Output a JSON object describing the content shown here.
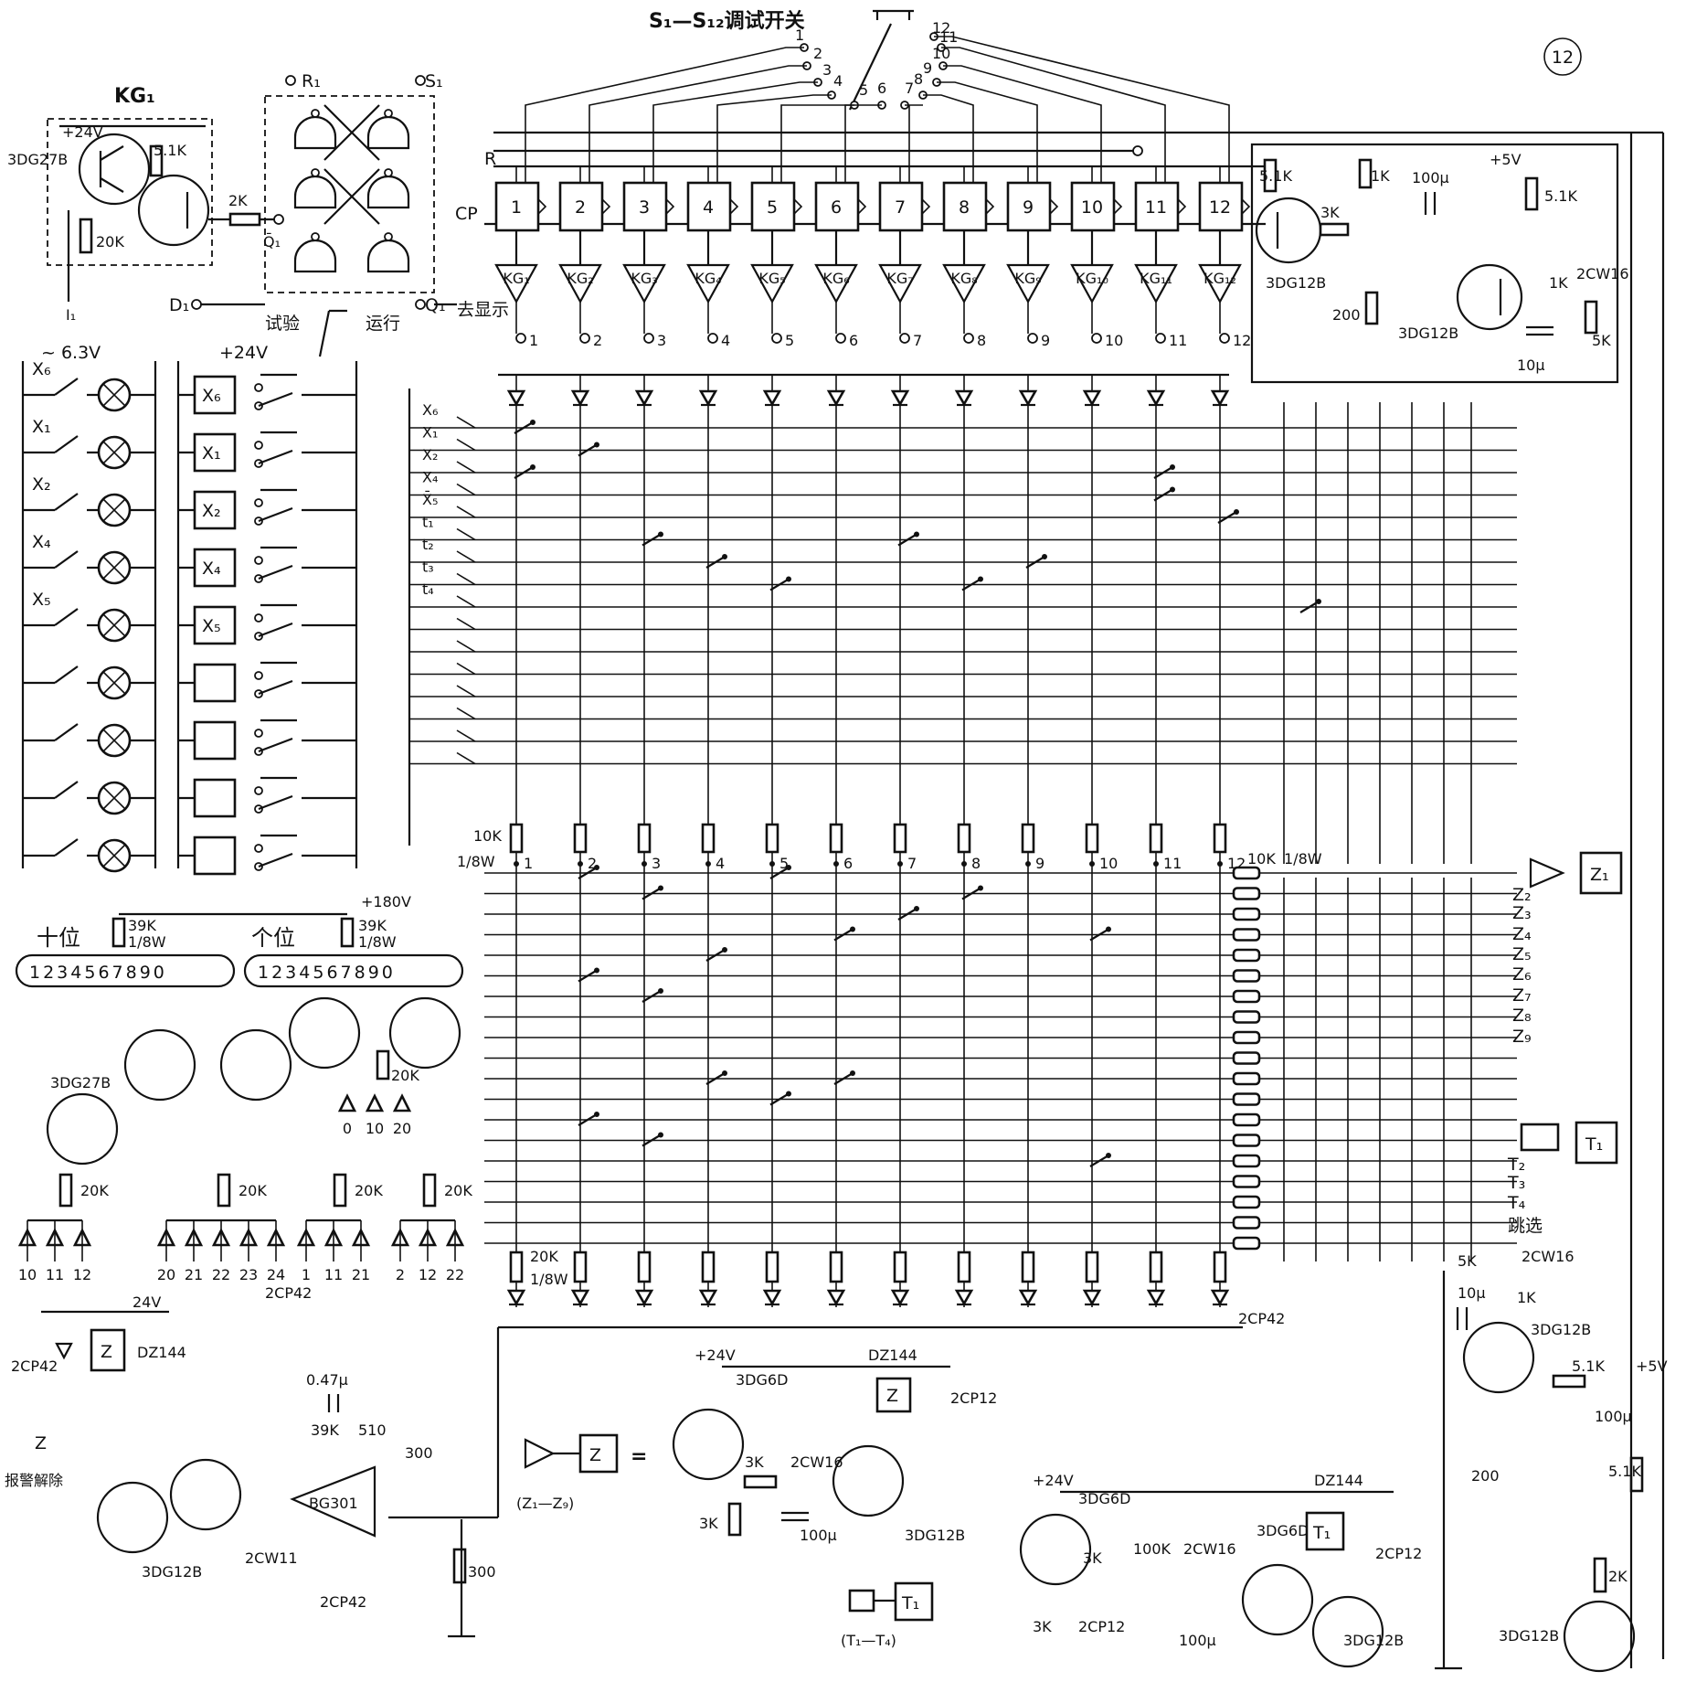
{
  "page": {
    "figure_number": "12"
  },
  "selector_switch": {
    "title": "S₁—S₁₂调试开关",
    "positions": [
      "1",
      "2",
      "3",
      "4",
      "5",
      "6",
      "7",
      "8",
      "9",
      "10",
      "11",
      "12"
    ]
  },
  "kg1": {
    "label": "KG₁",
    "supply": "+24V",
    "transistor": "3DG27B",
    "r1": "5.1K",
    "r2": "20K",
    "r3": "2K",
    "output": "I₁"
  },
  "flipflop": {
    "r_label": "R₁",
    "s_label": "S₁",
    "q_bar_label": "Q̄₁",
    "q_label": "Q₁",
    "d_label": "D₁",
    "test_label": "试验",
    "run_label": "运行"
  },
  "counter": {
    "reset_label": "R",
    "clock_label": "CP",
    "stages": [
      "1",
      "2",
      "3",
      "4",
      "5",
      "6",
      "7",
      "8",
      "9",
      "10",
      "11",
      "12"
    ],
    "drivers": [
      "KG₁",
      "KG₂",
      "KG₃",
      "KG₄",
      "KG₅",
      "KG₆",
      "KG₇",
      "KG₈",
      "KG₉",
      "KG₁₀",
      "KG₁₁",
      "KG₁₂"
    ],
    "display_label": "去显示"
  },
  "oscillator": {
    "supply": "+5V",
    "r1": "5.1K",
    "r2": "3K",
    "r3": "1K",
    "c1": "100μ",
    "r4": "5.1K",
    "r5": "200",
    "t1": "3DG12B",
    "t2": "3DG12B",
    "r6": "1K",
    "zener": "2CW16",
    "r7": "5K",
    "c2": "10μ"
  },
  "inputs": {
    "lamp_supply": "~ 6.3V",
    "relay_supply": "+24V",
    "labels": [
      "X₆",
      "X₁",
      "X₂",
      "X₄",
      "X₅"
    ],
    "relays": [
      "X₆",
      "X₁",
      "X₂",
      "X₄",
      "X₅"
    ]
  },
  "matrix": {
    "row_labels": [
      "X₆",
      "X₁",
      "X₂",
      "X₄",
      "X̄₅",
      "t₁",
      "t₂",
      "t₃",
      "t₄"
    ],
    "resistor_top": "10K",
    "resistor_top_w": "1/8W",
    "col_labels": [
      "1",
      "2",
      "3",
      "4",
      "5",
      "6",
      "7",
      "8",
      "9",
      "10",
      "11",
      "12"
    ],
    "resistor_right": "10K",
    "resistor_right_w": "1/8W",
    "resistor_bottom": "20K",
    "resistor_bottom_w": "1/8W",
    "diode_bottom": "2CP42"
  },
  "outputs": {
    "z_labels": [
      "Z₁",
      "Z₂",
      "Z₃",
      "Z₄",
      "Z₅",
      "Z₆",
      "Z₇",
      "Z₈",
      "Z₉"
    ],
    "t_labels": [
      "T₁",
      "T₂",
      "T₃",
      "T₄"
    ],
    "jump_label": "跳选"
  },
  "display": {
    "tens_label": "十位",
    "units_label": "个位",
    "hv_supply": "+180V",
    "r_tens": "39K",
    "r_tens_w": "1/8W",
    "r_units": "39K",
    "r_units_w": "1/8W",
    "digits": "1234567890",
    "transistor": "3DG27B",
    "r_base": "20K",
    "diode_labels_1": [
      "10",
      "11",
      "12"
    ],
    "diode_labels_2": [
      "20",
      "21",
      "22",
      "23",
      "24"
    ],
    "diode_labels_3": [
      "1",
      "11",
      "21"
    ],
    "diode_labels_4": [
      "2",
      "12",
      "22"
    ],
    "diode_labels_5": [
      "0",
      "10",
      "20"
    ],
    "diode_part": "2CP42"
  },
  "stop_circuit": {
    "supply": "24V",
    "diode": "2CP42",
    "relay": "Z",
    "relay_part": "DZ144",
    "switch_z": "Z",
    "release_label": "报警解除",
    "transistor": "3DG12B",
    "zener": "2CW11",
    "cap": "0.47μ",
    "r1": "39K",
    "r2": "510",
    "r3": "300",
    "r4": "300",
    "opamp": "BG301",
    "diode2": "2CP42"
  },
  "z_driver": {
    "equals": "=",
    "z_box": "Z",
    "range": "(Z₁—Z₉)",
    "supply": "+24V",
    "relay_part": "DZ144",
    "t1": "3DG6D",
    "r1": "3K",
    "zener": "2CW16",
    "r2": "3K",
    "cap": "100μ",
    "t2": "3DG12B",
    "diode": "2CP12",
    "z_relay": "Z"
  },
  "t_driver": {
    "t_box": "T₁",
    "range": "(T₁—T₄)",
    "supply": "+24V",
    "relay_part": "DZ144",
    "t1": "3DG6D",
    "r1": "3K",
    "pot": "100K",
    "zener": "2CW16",
    "t2": "3DG6D",
    "r2": "3K",
    "diode": "2CP12",
    "cap": "100μ",
    "t3": "3DG12B",
    "diode2": "2CP12",
    "t_relay": "T₁"
  },
  "reset_circuit": {
    "r1": "5K",
    "zener": "2CW16",
    "cap": "10μ",
    "r2": "1K",
    "t1": "3DG12B",
    "r3": "5.1K",
    "supply": "+5V",
    "cap2": "100μ",
    "r4": "200",
    "r5": "5.1K",
    "r6": "2K",
    "t2": "3DG12B"
  }
}
